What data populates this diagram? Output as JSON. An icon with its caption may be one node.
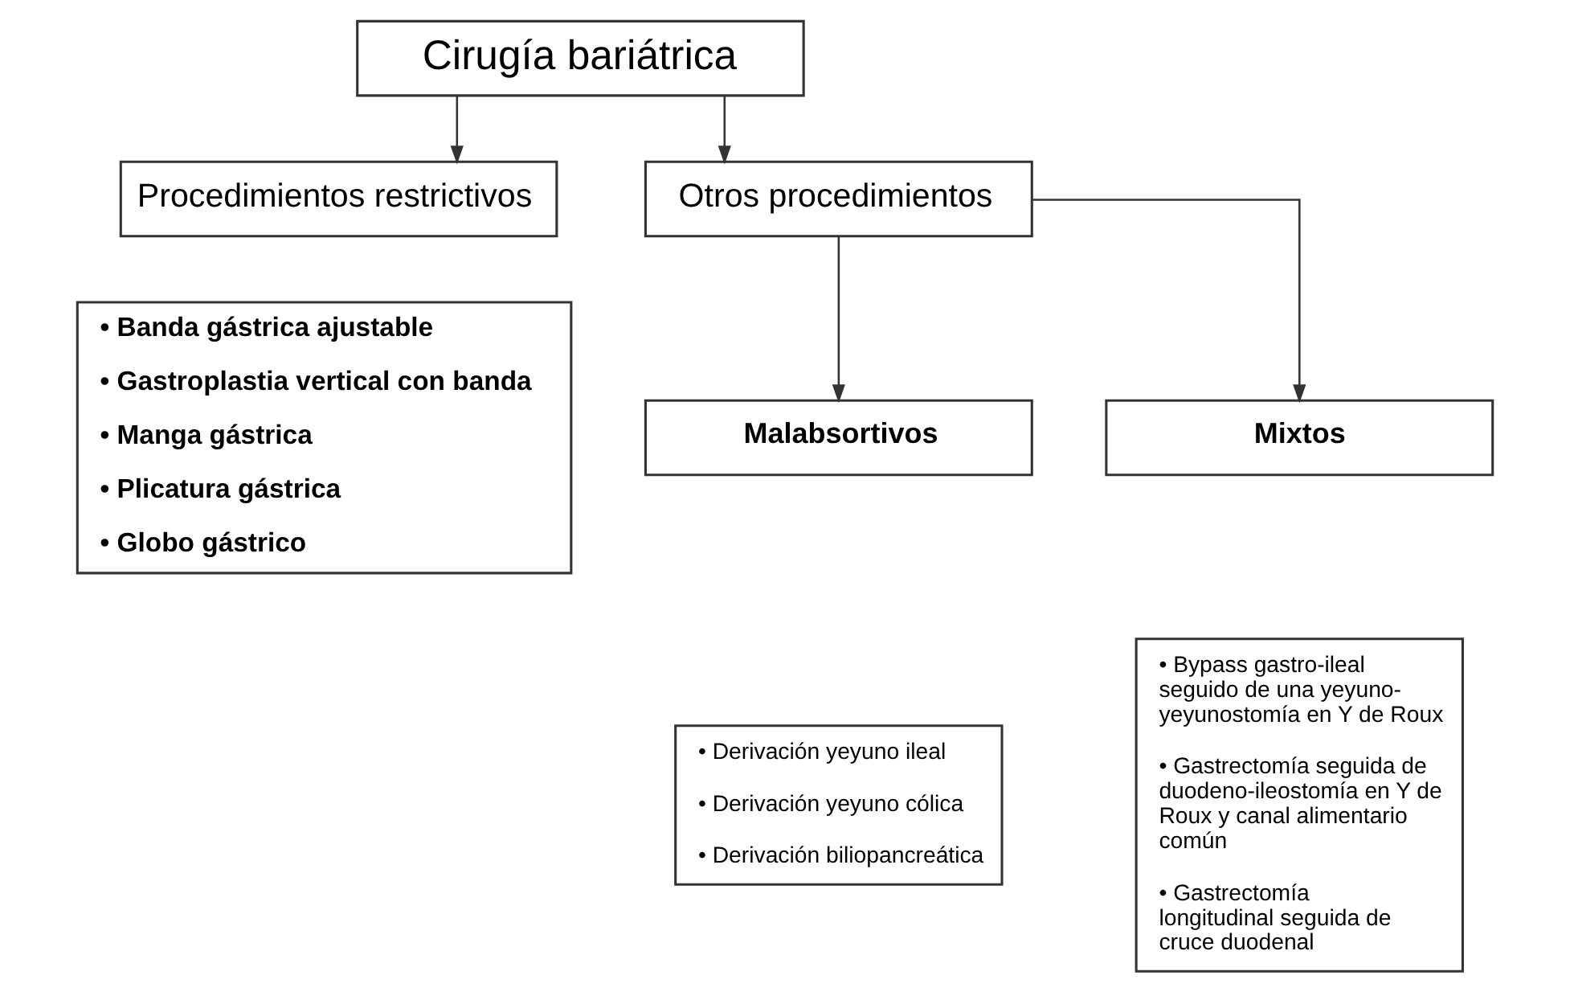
{
  "diagram": {
    "nodes": [
      {
        "text": [
          "Cirugía bariátrica"
        ]
      },
      {
        "text": [
          "Procedimientos restrictivos"
        ]
      },
      {
        "text": [
          "• Banda gástrica ajustable",
          "• Gastroplastia vertical con banda",
          "• Manga gástrica",
          "• Plicatura gástrica",
          "• Globo gástrico"
        ]
      },
      {
        "text": [
          "Otros procedimientos"
        ]
      },
      {
        "text": [
          "Malabsortivos"
        ]
      },
      {
        "text": [
          "• Derivación yeyuno ileal",
          "• Derivación yeyuno cólica",
          "• Derivación biliopancreática"
        ]
      },
      {
        "text": [
          "Mixtos"
        ]
      },
      {
        "text": [
          "• Bypass gastro-ileal seguido de una yeyuno-yeyunostomía en Y de Roux",
          "• Gastrectomía seguida de duodeno-ileostomía en Y de Roux y canal alimentario común",
          "• Gastrectomía longitudinal seguida de cruce duodenal"
        ]
      }
    ],
    "edges": [
      {
        "from": 0,
        "to": 1,
        "arrow": "to"
      },
      {
        "from": 0,
        "to": 3,
        "arrow": "to"
      },
      {
        "from": 3,
        "to": 4,
        "arrow": "to"
      },
      {
        "from": 3,
        "to": 6,
        "arrow": "to"
      }
    ]
  }
}
